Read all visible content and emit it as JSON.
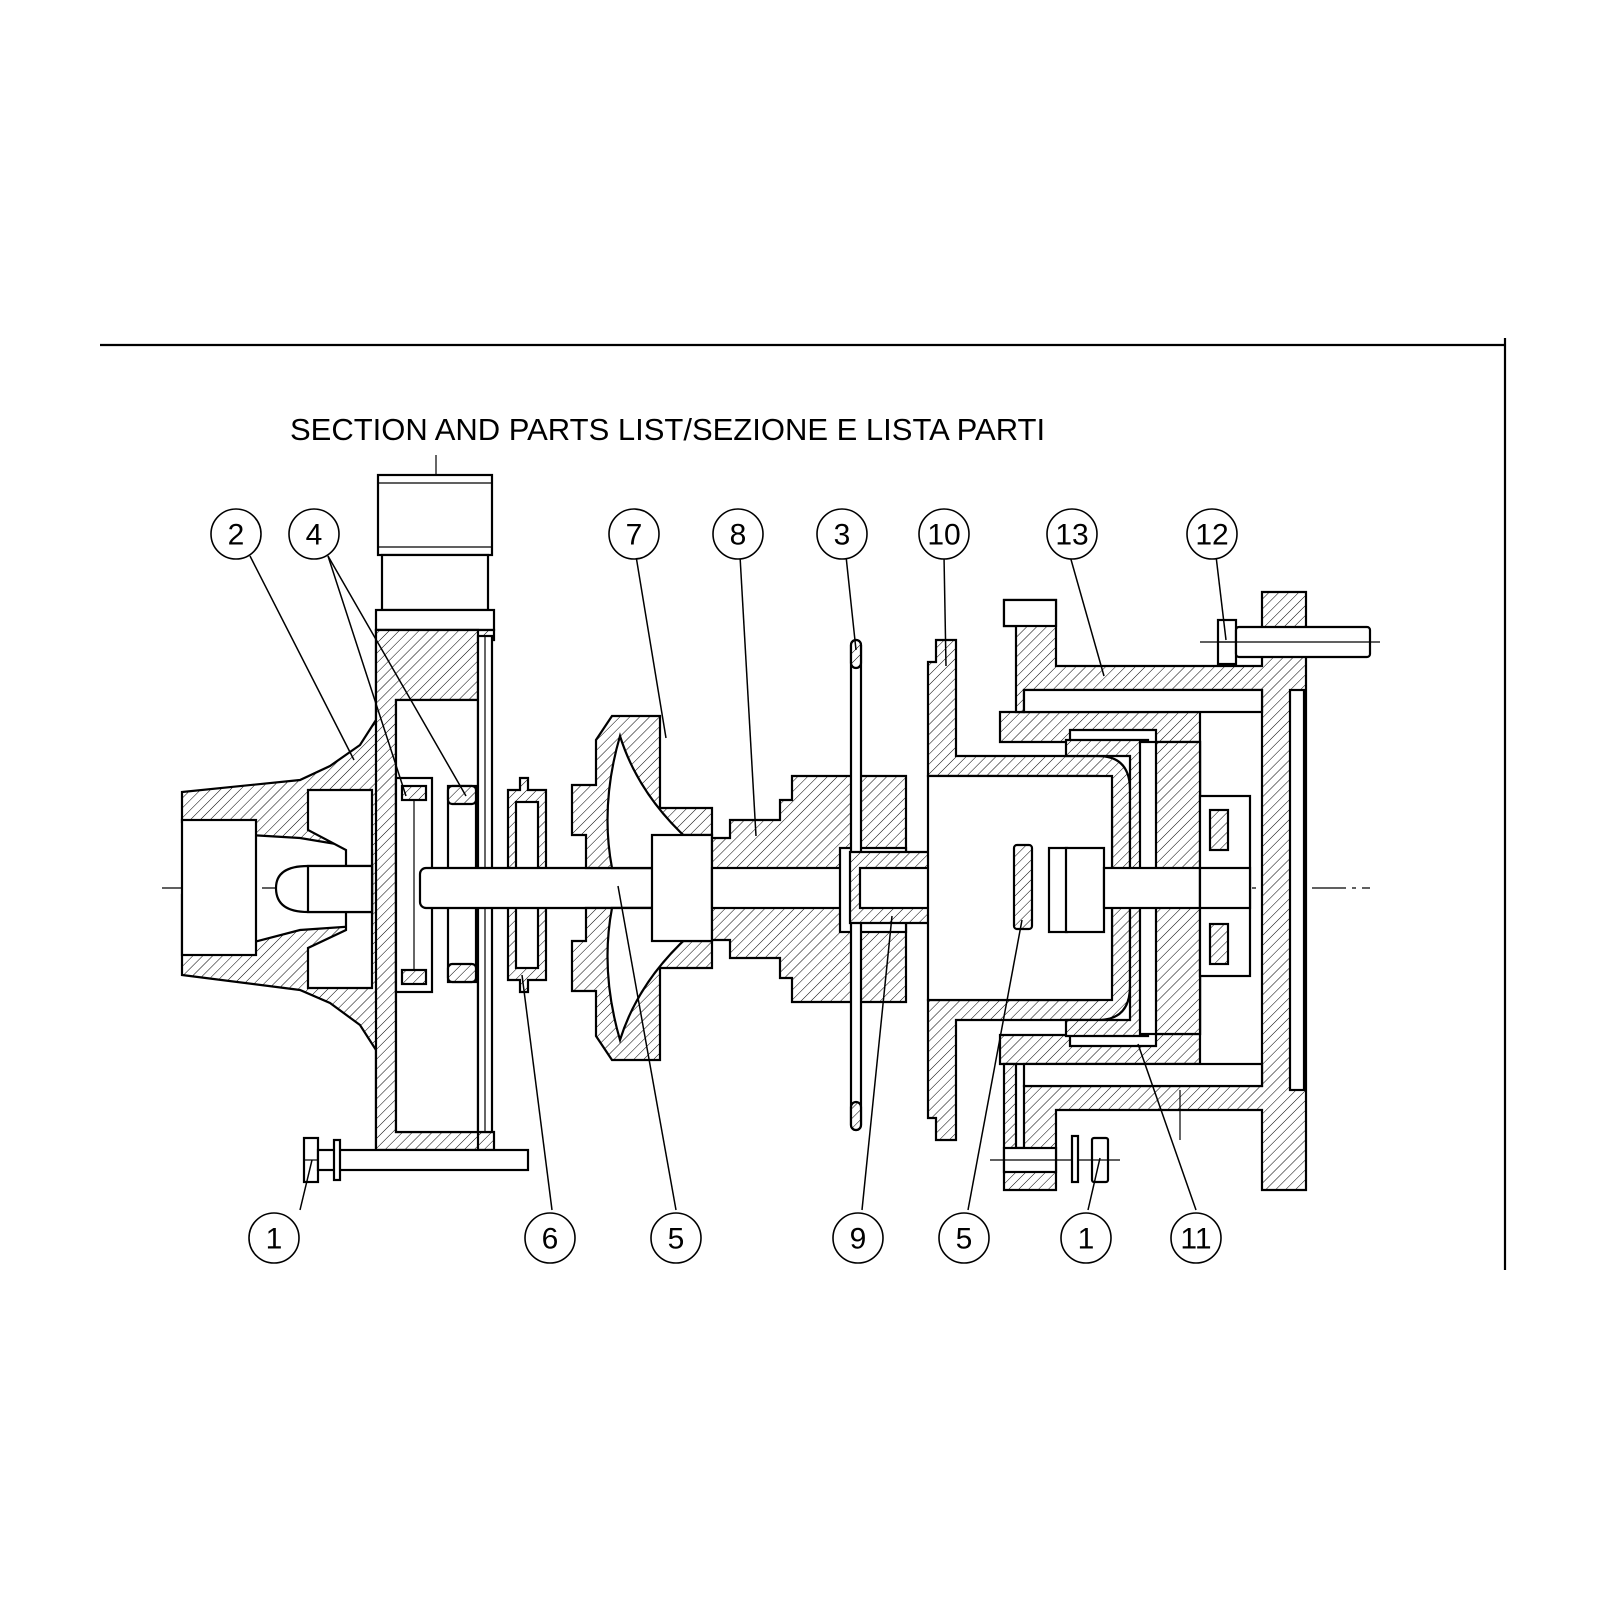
{
  "title": "SECTION AND PARTS LIST/SEZIONE E LISTA PARTI",
  "callouts": {
    "top_2": "2",
    "top_4": "4",
    "top_7": "7",
    "top_8": "8",
    "top_3": "3",
    "top_10": "10",
    "top_13": "13",
    "top_12": "12",
    "bottom_1a": "1",
    "bottom_6": "6",
    "bottom_5a": "5",
    "bottom_9": "9",
    "bottom_5b": "5",
    "bottom_1b": "1",
    "bottom_11": "11"
  }
}
